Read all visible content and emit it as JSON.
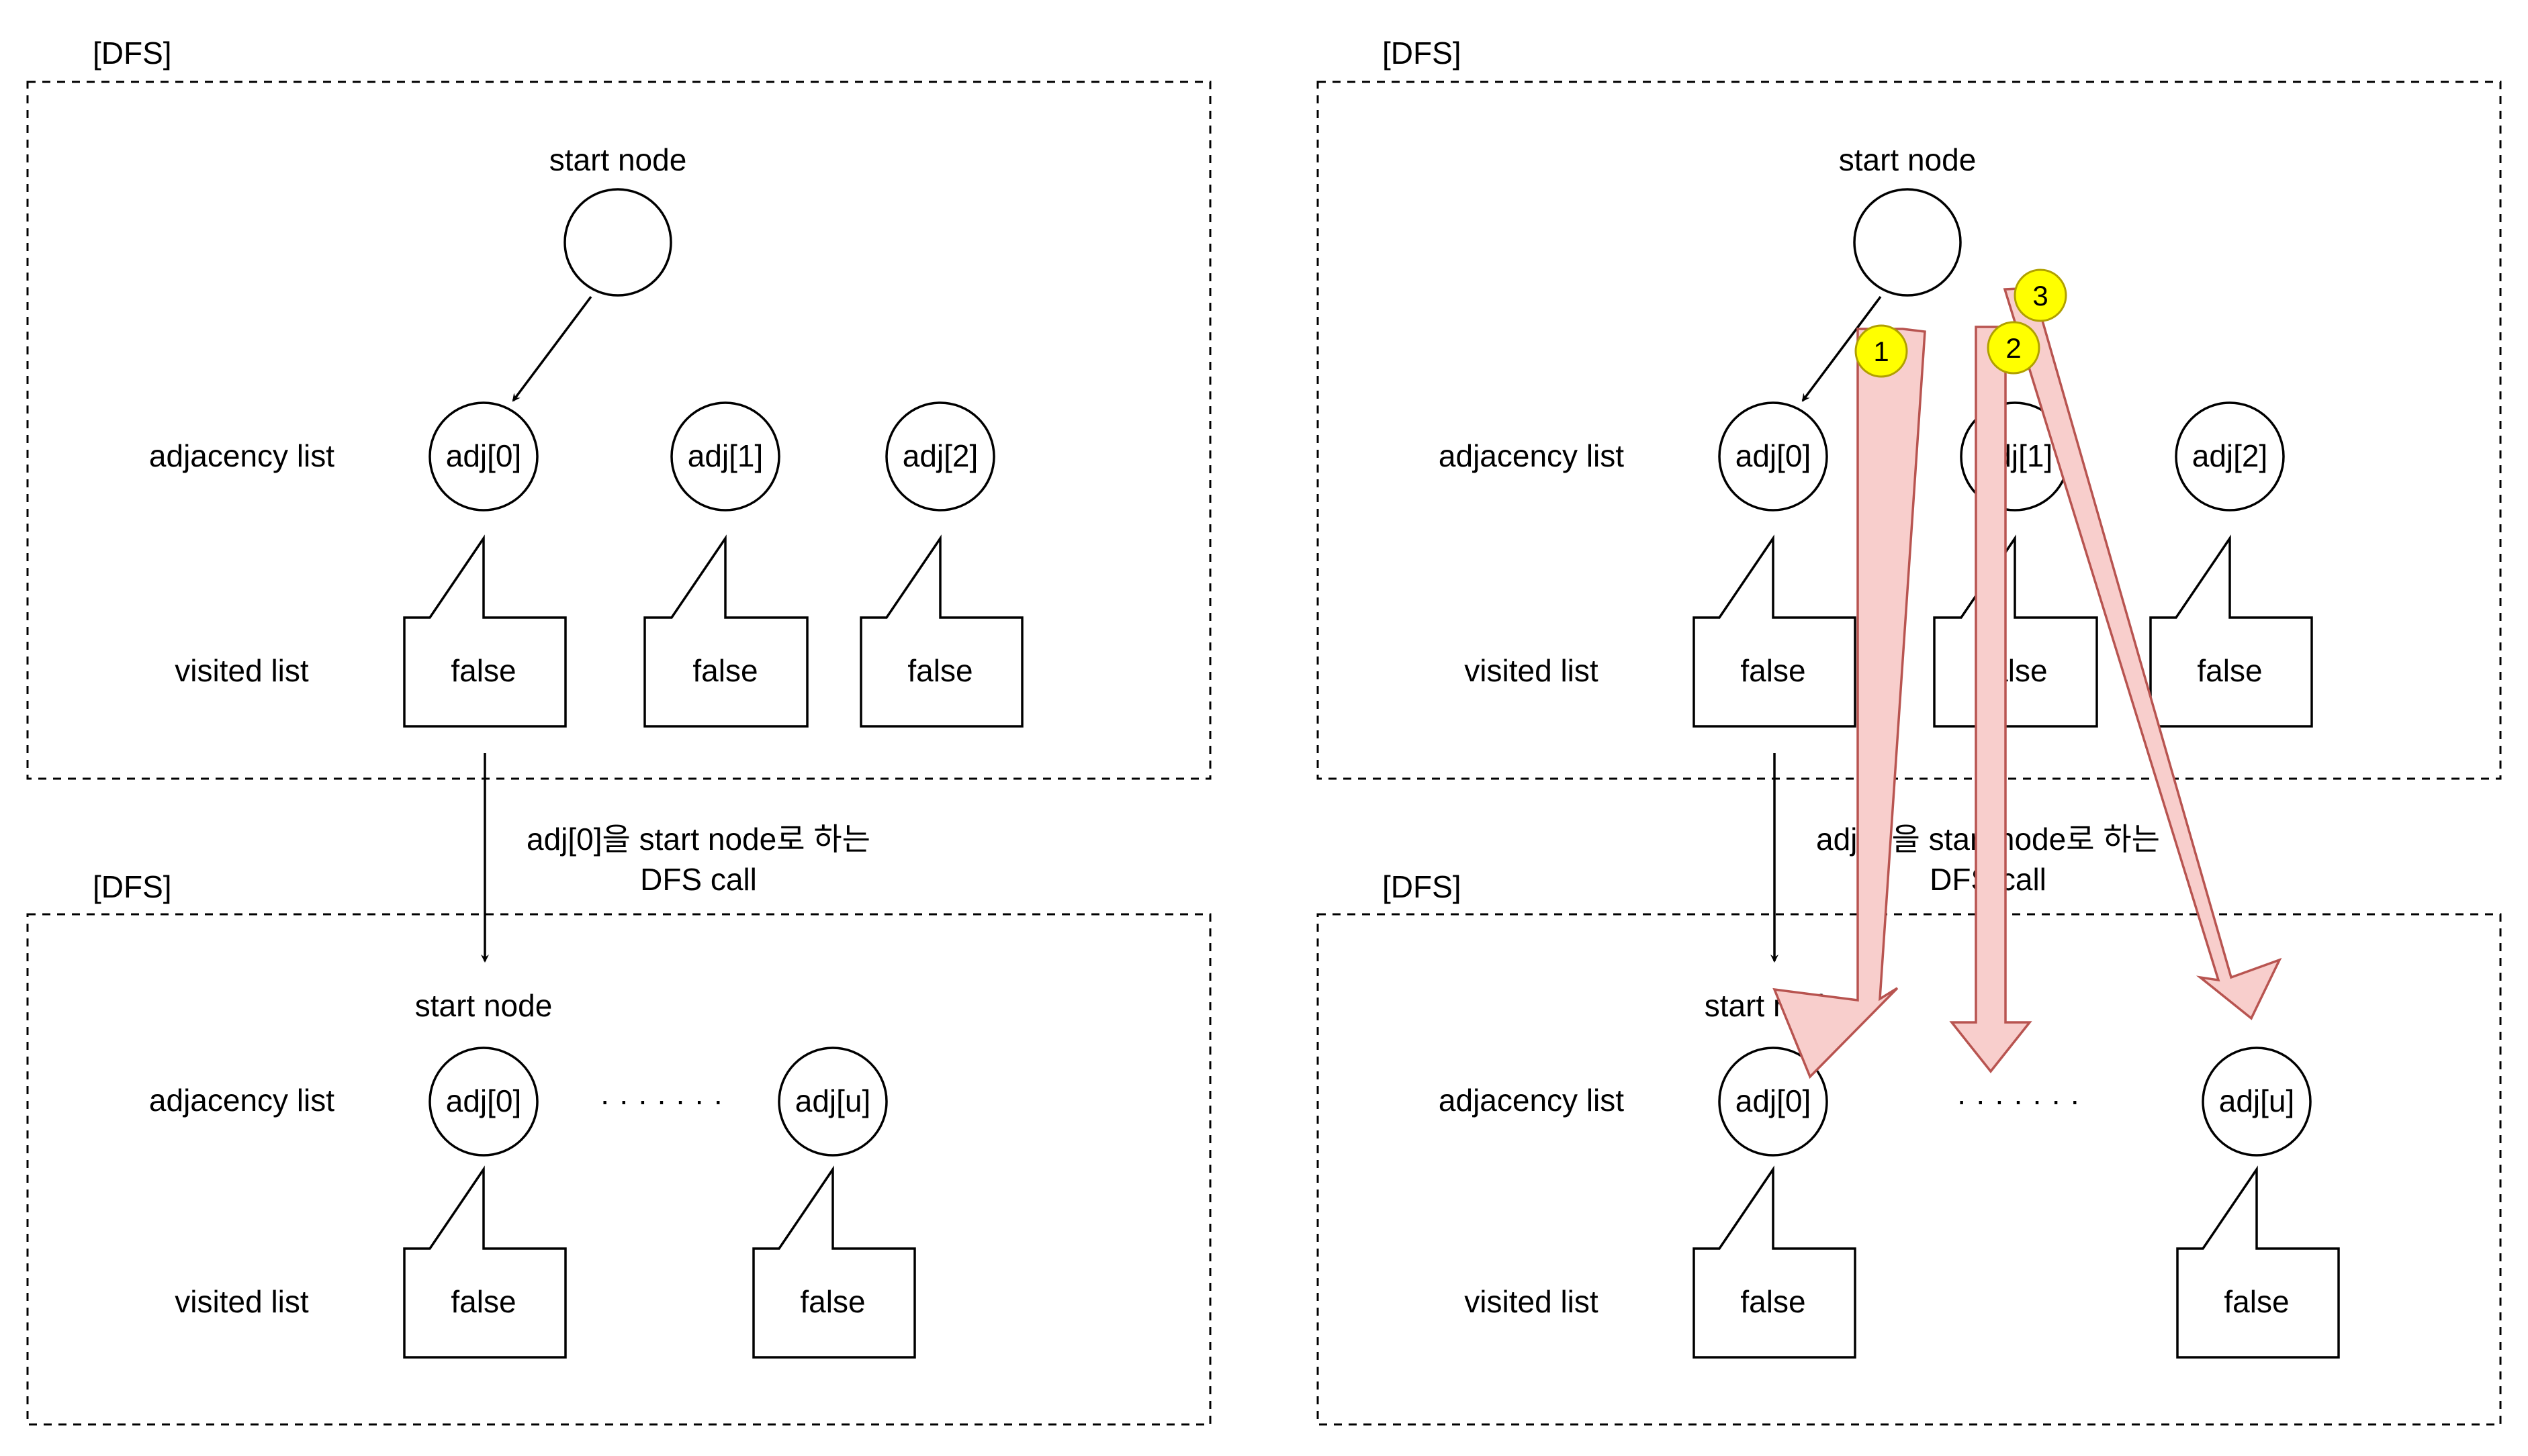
{
  "panels": {
    "left_top": {
      "title": "[DFS]",
      "start_label": "start node",
      "adj_row_label": "adjacency list",
      "visited_row_label": "visited list",
      "nodes": [
        "adj[0]",
        "adj[1]",
        "adj[2]"
      ],
      "visited": [
        "false",
        "false",
        "false"
      ]
    },
    "left_bottom": {
      "title": "[DFS]",
      "start_label": "start node",
      "adj_row_label": "adjacency list",
      "visited_row_label": "visited list",
      "nodes": [
        "adj[0]",
        "adj[u]"
      ],
      "visited": [
        "false",
        "false"
      ],
      "ellipsis": "· · · · · · ·"
    },
    "right_top": {
      "title": "[DFS]",
      "start_label": "start node",
      "adj_row_label": "adjacency list",
      "visited_row_label": "visited list",
      "nodes": [
        "adj[0]",
        "adj[1]",
        "adj[2]"
      ],
      "visited": [
        "false",
        "false",
        "false"
      ]
    },
    "right_bottom": {
      "title": "[DFS]",
      "start_label": "start node",
      "adj_row_label": "adjacency list",
      "visited_row_label": "visited list",
      "nodes": [
        "adj[0]",
        "adj[u]"
      ],
      "visited": [
        "false",
        "false"
      ],
      "ellipsis": "· · · · · · ·"
    }
  },
  "call_labels": {
    "left": [
      "adj[0]을 start node로 하는",
      "DFS call"
    ],
    "right": [
      "adj[0]을 start node로 하는",
      "DFS call"
    ]
  },
  "step_badges": [
    "1",
    "2",
    "3"
  ],
  "colors": {
    "flow_arrow_fill": "#f8cecc",
    "flow_arrow_stroke": "#b85450",
    "badge_fill": "#ffff00"
  }
}
